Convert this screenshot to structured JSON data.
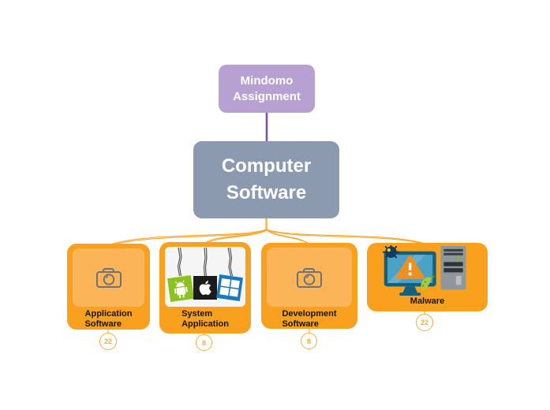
{
  "colors": {
    "bg": "#ffffff",
    "purple": "#b7a0d2",
    "purple-line": "#7a55a3",
    "slate": "#8b9aae",
    "orange": "#f9a11e",
    "orange-light": "#fbb457",
    "orange-pale": "#f9ab3c",
    "connector": "#f8a832",
    "label": "#161616",
    "white-panel": "#f5f5f6"
  },
  "nodes": {
    "root": {
      "label": "Mindomo Assignment"
    },
    "central": {
      "label": "Computer Software"
    },
    "children": [
      {
        "label": "Application Software",
        "badge": "22",
        "icon": "image-placeholder-camera"
      },
      {
        "label": "System Application",
        "badge": "8",
        "icon": "hanging-tags-android-apple-windows"
      },
      {
        "label": "Development Software",
        "badge": "8",
        "icon": "image-placeholder-camera"
      },
      {
        "label": "Malware",
        "badge": "22",
        "icon": "computer-virus-illustration"
      }
    ]
  }
}
